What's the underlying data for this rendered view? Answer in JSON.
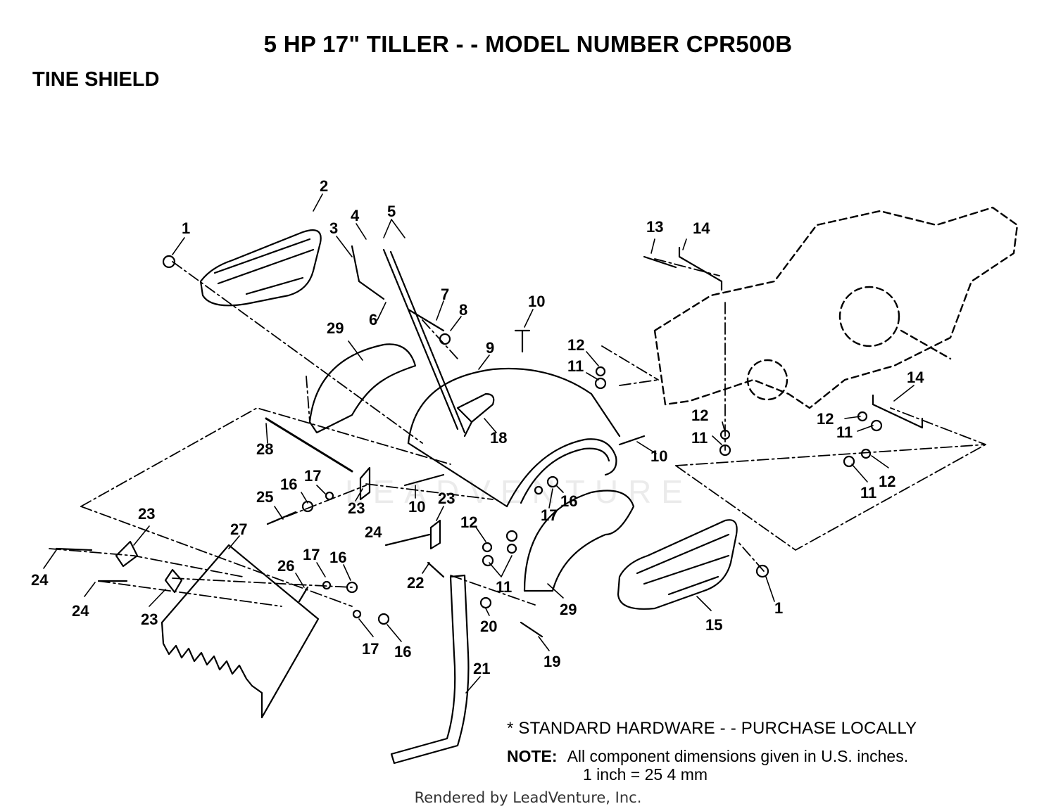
{
  "header": {
    "title": "5 HP 17\" TILLER - - MODEL NUMBER CPR500B",
    "section": "TINE SHIELD"
  },
  "callouts": [
    {
      "id": "c1a",
      "label": "1"
    },
    {
      "id": "c2",
      "label": "2"
    },
    {
      "id": "c3",
      "label": "3"
    },
    {
      "id": "c4",
      "label": "4"
    },
    {
      "id": "c5",
      "label": "5"
    },
    {
      "id": "c6",
      "label": "6"
    },
    {
      "id": "c7",
      "label": "7"
    },
    {
      "id": "c8",
      "label": "8"
    },
    {
      "id": "c9",
      "label": "9"
    },
    {
      "id": "c10a",
      "label": "10"
    },
    {
      "id": "c10b",
      "label": "10"
    },
    {
      "id": "c10c",
      "label": "10"
    },
    {
      "id": "c11a",
      "label": "11"
    },
    {
      "id": "c11b",
      "label": "11"
    },
    {
      "id": "c11c",
      "label": "11"
    },
    {
      "id": "c11d",
      "label": "11"
    },
    {
      "id": "c11e",
      "label": "11"
    },
    {
      "id": "c12a",
      "label": "12"
    },
    {
      "id": "c12b",
      "label": "12"
    },
    {
      "id": "c12c",
      "label": "12"
    },
    {
      "id": "c12d",
      "label": "12"
    },
    {
      "id": "c12e",
      "label": "12"
    },
    {
      "id": "c13",
      "label": "13"
    },
    {
      "id": "c14a",
      "label": "14"
    },
    {
      "id": "c14b",
      "label": "14"
    },
    {
      "id": "c15",
      "label": "15"
    },
    {
      "id": "c16a",
      "label": "16"
    },
    {
      "id": "c16b",
      "label": "16"
    },
    {
      "id": "c16c",
      "label": "16"
    },
    {
      "id": "c16d",
      "label": "16"
    },
    {
      "id": "c17a",
      "label": "17"
    },
    {
      "id": "c17b",
      "label": "17"
    },
    {
      "id": "c17c",
      "label": "17"
    },
    {
      "id": "c17d",
      "label": "17"
    },
    {
      "id": "c18",
      "label": "18"
    },
    {
      "id": "c19",
      "label": "19"
    },
    {
      "id": "c20",
      "label": "20"
    },
    {
      "id": "c21",
      "label": "21"
    },
    {
      "id": "c22",
      "label": "22"
    },
    {
      "id": "c23a",
      "label": "23"
    },
    {
      "id": "c23b",
      "label": "23"
    },
    {
      "id": "c23c",
      "label": "23"
    },
    {
      "id": "c23d",
      "label": "23"
    },
    {
      "id": "c24a",
      "label": "24"
    },
    {
      "id": "c24b",
      "label": "24"
    },
    {
      "id": "c24c",
      "label": "24"
    },
    {
      "id": "c25",
      "label": "25"
    },
    {
      "id": "c26",
      "label": "26"
    },
    {
      "id": "c27",
      "label": "27"
    },
    {
      "id": "c28",
      "label": "28"
    },
    {
      "id": "c29a",
      "label": "29"
    },
    {
      "id": "c29b",
      "label": "29"
    },
    {
      "id": "c1b",
      "label": "1"
    }
  ],
  "notes": {
    "hardware": "* STANDARD HARDWARE - - PURCHASE LOCALLY",
    "note_label": "NOTE:",
    "note_text": "All component dimensions given in U.S. inches.",
    "conversion": "1 inch = 25 4 mm"
  },
  "watermark": "LEADVENTURE",
  "footer": "Rendered by LeadVenture, Inc."
}
